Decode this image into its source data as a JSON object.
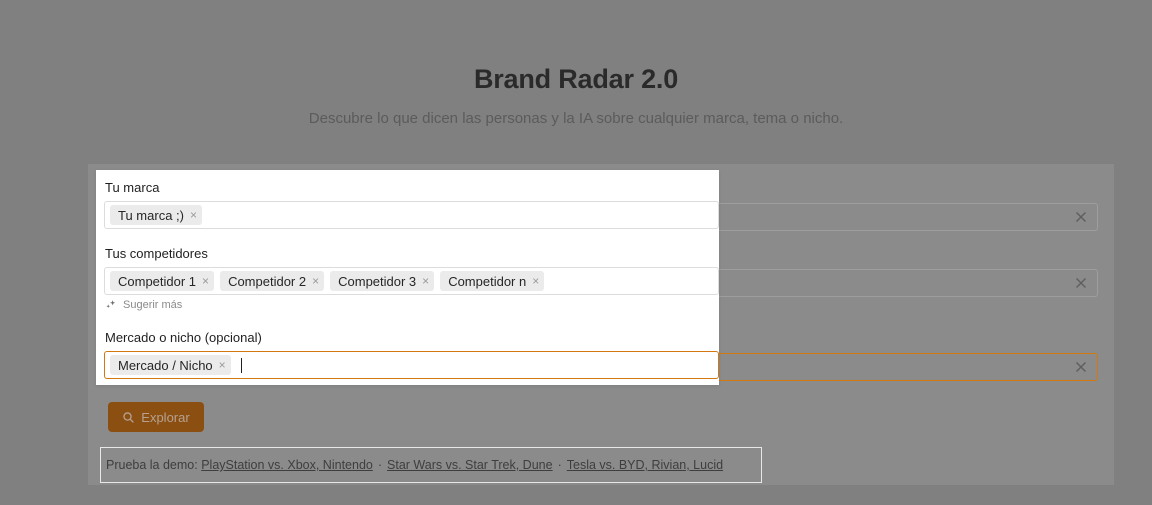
{
  "hero": {
    "title": "Brand Radar 2.0",
    "subtitle": "Descubre lo que dicen las personas y la IA sobre cualquier marca, tema o nicho."
  },
  "form": {
    "brand": {
      "label": "Tu marca",
      "chips": [
        "Tu marca ;)"
      ],
      "chip_remove": "×",
      "clear_icon": "close-icon"
    },
    "competitors": {
      "label": "Tus competidores",
      "chips": [
        "Competidor 1",
        "Competidor 2",
        "Competidor 3",
        "Competidor n"
      ],
      "chip_remove": "×",
      "suggest_label": "Sugerir más",
      "suggest_icon": "sparkles-icon",
      "clear_icon": "close-icon"
    },
    "market": {
      "label": "Mercado o nicho (opcional)",
      "chips": [
        "Mercado / Nicho"
      ],
      "chip_remove": "×",
      "focused": true,
      "clear_icon": "close-icon"
    },
    "explore_button": {
      "label": "Explorar",
      "icon": "search-icon",
      "color": "#8a4f11"
    }
  },
  "demo": {
    "prefix": "Prueba la demo:",
    "links": [
      "PlayStation vs. Xbox, Nintendo",
      "Star Wars vs. Star Trek, Dune",
      "Tesla vs. BYD, Rivian, Lucid"
    ],
    "separator": "·"
  },
  "colors": {
    "accent": "#d2780f",
    "button": "#8a4f11",
    "page_bg": "#808080",
    "card_bg": "#8b8b8b"
  }
}
